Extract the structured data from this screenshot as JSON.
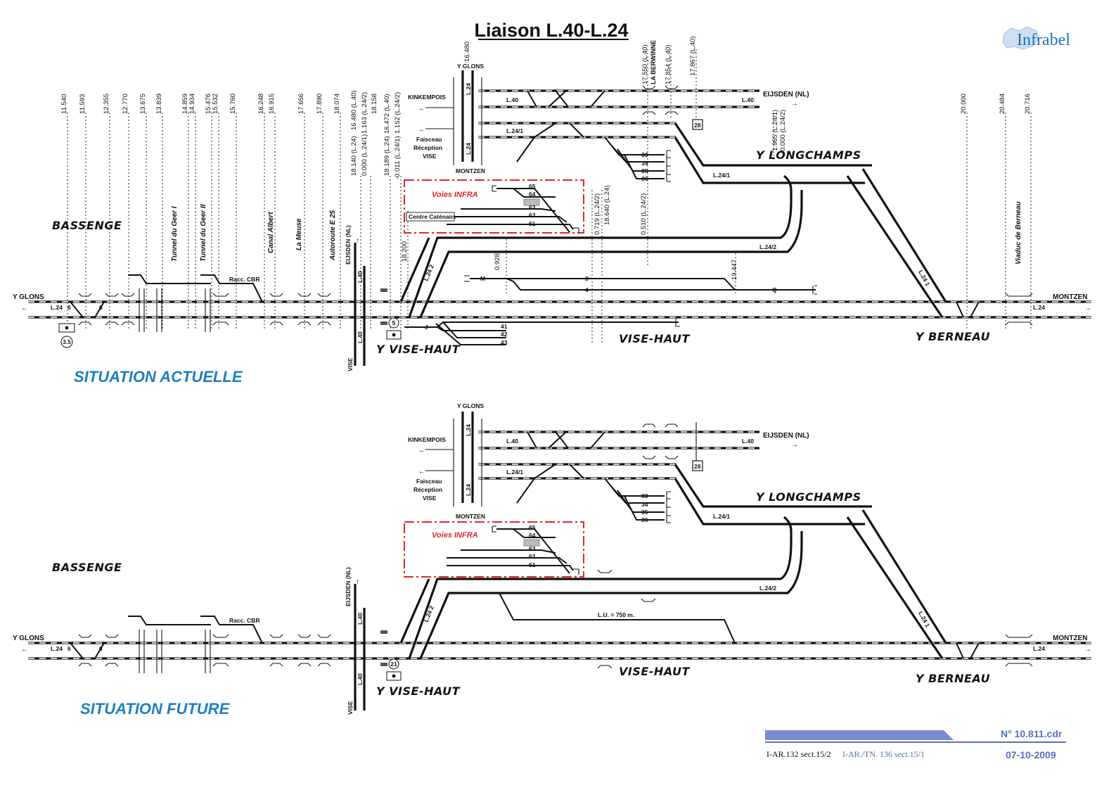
{
  "title": "Liaison L.40-L.24",
  "logo": "Infrabel",
  "section_labels": {
    "actual": "SITUATION ACTUELLE",
    "future": "SITUATION FUTURE"
  },
  "places": {
    "y_glons": "Y GLONS",
    "montzen": "MONTZEN",
    "kinkempois": "KINKEMPOIS",
    "faisceau": [
      "Faisceau",
      "Réception",
      "VISE"
    ],
    "eijsden_nl": "EIJSDEN (NL)",
    "y_longchamps": "Y LONGCHAMPS",
    "bassenge": "BASSENGE",
    "y_vise_haut": "Y VISE-HAUT",
    "vise_haut": "VISE-HAUT",
    "y_berneau": "Y BERNEAU",
    "vise": "VISE",
    "eijsden_v": "EIJSDEN (NL)"
  },
  "lines": {
    "l24": "L.24",
    "l40": "L.40",
    "l241": "L.24/1",
    "l242": "L.24/2",
    "l24_2": "L.24 2",
    "l24_1": "L.24 1"
  },
  "structures": [
    "Tunnel du Geer I",
    "Tunnel du Geer II",
    "Canal Albert",
    "La Meuse",
    "Autoroute E 25",
    "Viaduc de Berneau"
  ],
  "km_left": [
    "11.540",
    "11.593",
    "12.355",
    "12.770",
    "13.675",
    "13.839",
    "14.859",
    "14.934",
    "15.476",
    "15.532",
    "15.760",
    "16.248",
    "16.915",
    "17.656",
    "17.890",
    "18.074",
    "18.140 (L.24)",
    "16.480 (L.40)",
    "0.000 (L.24/1)",
    "1.163 (L.24/2)",
    "18.158",
    "18.189 (L.24)",
    "16.472 (L.40)",
    "-0.011 (L.24/1)",
    "1.152 (L.24/2)"
  ],
  "km_misc": {
    "k16480": "16.480",
    "k17550": "17.550 (L.40)",
    "berwinne": "LA BERWINNE",
    "k17854": "17.854 (L.40)",
    "k17867": "17.867 (L.40)",
    "k1965": "1.965 (L.24/1)",
    "k0000": "0.000 (L.24/2)",
    "k20000": "20.000",
    "k20484": "20.484",
    "k20716": "20.716",
    "k0719": "0.719 (L.24/2)",
    "k18640": "18.640 (L.24)",
    "k0510": "0.510 (L.24/2)",
    "k18200": "18.200",
    "k0928": "0.928",
    "k19447": "19.447"
  },
  "tracks": {
    "t33": "33",
    "t34": "34",
    "t35": "35",
    "t36": "36",
    "t65": "65",
    "t64": "64",
    "t63": "63",
    "t62": "62",
    "t61": "61",
    "t3": "3",
    "t4": "4",
    "t41": "41",
    "t42": "42",
    "t43": "43",
    "m": "M",
    "q": "Q",
    "j": "J",
    "s6": "6"
  },
  "voies_infra": "Voies INFRA",
  "centre_catenaire": "Centre Caténaire",
  "racc_cbr": "Racc. CBR",
  "lu": "L.U. = 750 m.",
  "badges": {
    "b28": "28",
    "b35": "3.5",
    "b5": "5",
    "b21": "21"
  },
  "footer": {
    "docno": "N° 10.811.cdr",
    "ref1": "I-AR.132 sect.15/2",
    "ref2": "I-AR./TN. 136  sect.15/1",
    "date": "07-10-2009"
  }
}
